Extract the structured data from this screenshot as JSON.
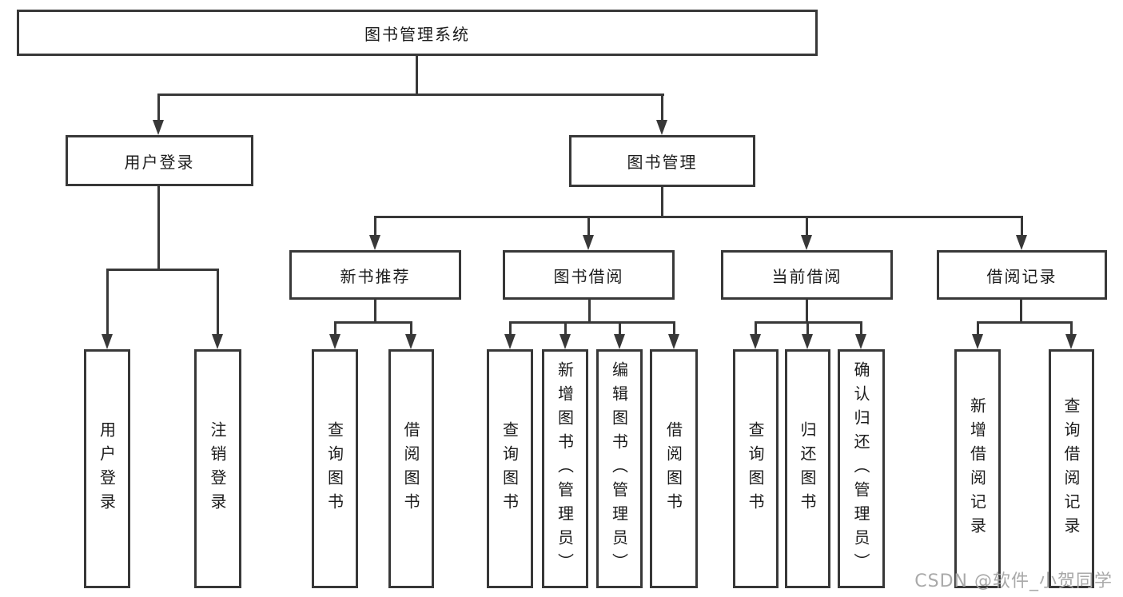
{
  "tree": {
    "root": {
      "label": "图书管理系统"
    },
    "branches": [
      {
        "label": "用户登录",
        "children": [
          {
            "label": "用户登录"
          },
          {
            "label": "注销登录"
          }
        ]
      },
      {
        "label": "图书管理",
        "children": [
          {
            "label": "新书推荐",
            "children": [
              {
                "label": "查询图书"
              },
              {
                "label": "借阅图书"
              }
            ]
          },
          {
            "label": "图书借阅",
            "children": [
              {
                "label": "查询图书"
              },
              {
                "label": "新增图书（管理员）"
              },
              {
                "label": "编辑图书（管理员）"
              },
              {
                "label": "借阅图书"
              }
            ]
          },
          {
            "label": "当前借阅",
            "children": [
              {
                "label": "查询图书"
              },
              {
                "label": "归还图书"
              },
              {
                "label": "确认归还（管理员）"
              }
            ]
          },
          {
            "label": "借阅记录",
            "children": [
              {
                "label": "新增借阅记录"
              },
              {
                "label": "查询借阅记录"
              }
            ]
          }
        ]
      }
    ]
  },
  "watermark": "CSDN @软件_小贺同学",
  "colors": {
    "line": "#383838",
    "text": "#1c1c1c",
    "background": "#ffffff",
    "watermark": "#a9a9a9"
  }
}
